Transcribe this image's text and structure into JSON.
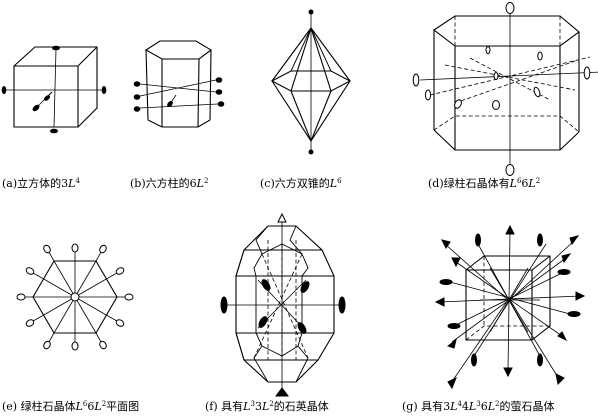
{
  "figures": {
    "a": {
      "prefix": "(a)立方体的3",
      "sym": "L",
      "sup": "4",
      "suffix": ""
    },
    "b": {
      "prefix": "(b)六方柱的6",
      "sym": "L",
      "sup": "2",
      "suffix": ""
    },
    "c": {
      "prefix": "(c)六方双锥的",
      "sym": "L",
      "sup": "6",
      "suffix": ""
    },
    "d": {
      "prefix": "(d)绿柱石晶体有",
      "sym": "L",
      "sup": "6",
      "mid": "6",
      "sym2": "L",
      "sup2": "2",
      "suffix": ""
    },
    "e": {
      "prefix": "(e) 绿柱石晶体",
      "sym": "L",
      "sup": "6",
      "mid": "6",
      "sym2": "L",
      "sup2": "2",
      "suffix": "平面图"
    },
    "f": {
      "prefix": "(f) 具有",
      "sym": "L",
      "sup": "3",
      "mid": "3",
      "sym2": "L",
      "sup2": "2",
      "suffix": "的石英晶体"
    },
    "g": {
      "prefix": "(g) 具有3",
      "sym": "L",
      "sup": "4",
      "mid": "4",
      "sym2": "L",
      "sup2": "3",
      "mid2": "6",
      "sym3": "L",
      "sup3": "2",
      "suffix": "的萤石晶体"
    }
  }
}
